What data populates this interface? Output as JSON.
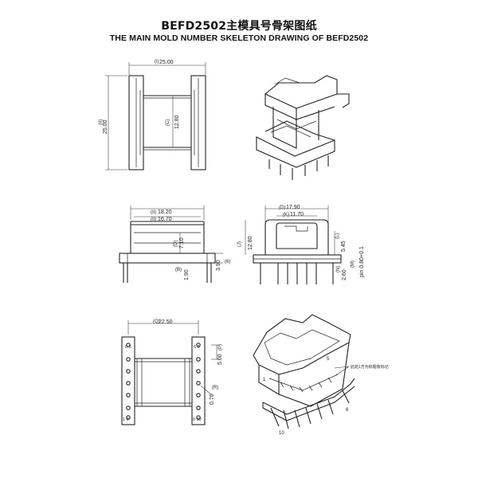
{
  "title": {
    "cn": "BEFD2502主模具号骨架图纸",
    "en": "THE MAIN MOLD NUMBER SKELETON DRAWING OF BEFD2502"
  },
  "dimensions": {
    "front_width": {
      "tag": "(I)",
      "value": "25.00"
    },
    "front_height": {
      "tag": "(II)",
      "value": "25.00"
    },
    "front_inner": {
      "tag": "(C)",
      "value": "12.80"
    },
    "side_outer": {
      "tag": "(II)",
      "value": "18.20"
    },
    "side_inner": {
      "tag": "(II)",
      "value": "16.70"
    },
    "side_core": {
      "tag": "(D)",
      "value": "7.10"
    },
    "side_pin_len": {
      "tag": "(A)",
      "value": "3.90",
      "tag2": "(6)"
    },
    "side_base": {
      "tag": "(B)",
      "value": "1.90"
    },
    "end_outer": {
      "tag": "(D)",
      "value": "17.90"
    },
    "end_inner": {
      "tag": "(K)",
      "value": "11.70"
    },
    "end_height": {
      "tag": "(J)",
      "value": "12.80"
    },
    "end_window": {
      "tag": "(L)",
      "value": "5.45"
    },
    "end_pin": {
      "tag": "(M)",
      "value": "pin 0.80+0.1"
    },
    "end_base": {
      "tag": "(N)",
      "value": "2.60"
    },
    "bottom_pitch": {
      "tag": "(Q)",
      "value": "22.50"
    },
    "bottom_pin_pitch": {
      "tag": "(P)",
      "value": "5.00"
    },
    "bottom_hole": {
      "tag": "(R)",
      "value": "0.70"
    }
  },
  "pin_labels": {
    "bottom_top_left": "0 5",
    "bottom_top_right": "6 0",
    "bottom_bottom_left": "1 0",
    "bottom_bottom_right": "0 10"
  },
  "iso_labels": {
    "pin1": "1",
    "pin5": "5",
    "pin6": "6",
    "pin10": "10",
    "note": "此处1方为标题有标记"
  }
}
